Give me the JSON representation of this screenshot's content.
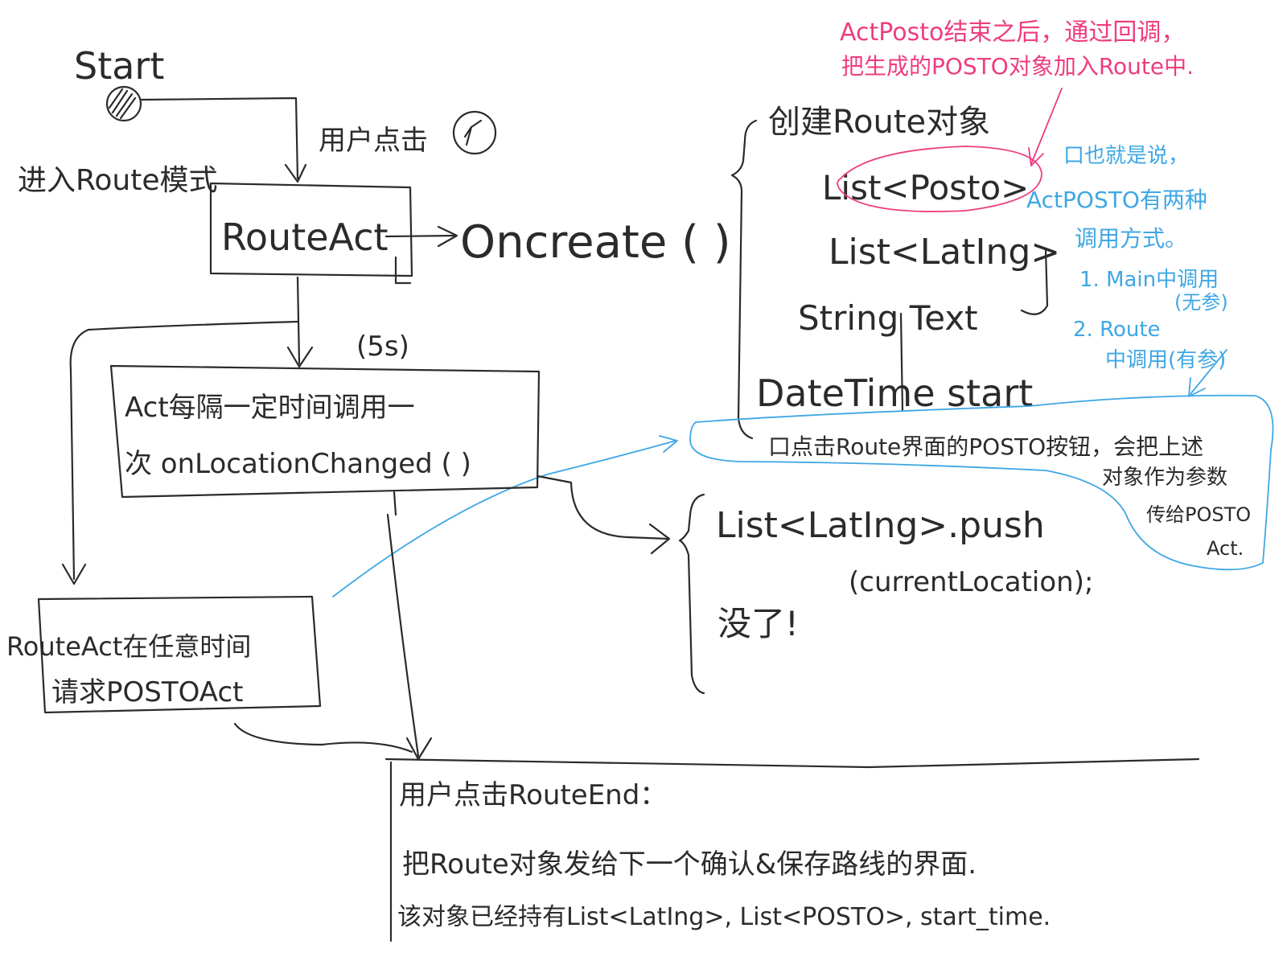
{
  "colors": {
    "ink": "#2b2b2b",
    "pink_annotation": "#ee3d7f",
    "blue_annotation": "#3fa7e4",
    "background": "#ffffff"
  },
  "start": {
    "label": "Start"
  },
  "user_click": {
    "label": "用户点击"
  },
  "enter_route_mode": {
    "label": "进入Route模式"
  },
  "route_act": {
    "label": "RouteAct"
  },
  "oncreate": {
    "label": "Oncreate ( )"
  },
  "interval": {
    "label": "(5s)"
  },
  "location_box": {
    "line1": "Act每隔一定时间调用一",
    "line2": "次 onLocationChanged ( )"
  },
  "route_request_box": {
    "line1": "RouteAct在任意时间",
    "line2": "请求POSTOAct"
  },
  "route_object": {
    "title": "创建Route对象",
    "fields": [
      "List<Posto>",
      "List<LatIng>",
      "String Text",
      "DateTime start"
    ],
    "note": "口点击Route界面的POSTO按钮，会把上述"
  },
  "push": {
    "line1": "List<LatIng>.push",
    "line2": "(currentLocation);",
    "line3": "没了!"
  },
  "pink_note": {
    "line1": "ActPosto结束之后，通过回调，",
    "line2": "把生成的POSTO对象加入Route中."
  },
  "blue_note": {
    "lines": [
      "口也就是说，",
      "ActPOSTO有两种",
      "调用方式。",
      "1. Main中调用",
      "(无参)",
      "2. Route",
      "中调用(有参)"
    ]
  },
  "blue_note_2": {
    "lines": [
      "对象作为参数",
      "传给POSTO",
      "Act."
    ]
  },
  "route_end": {
    "line1": "用户点击RouteEnd：",
    "line2": "把Route对象发给下一个确认&保存路线的界面.",
    "line3": "该对象已经持有List<LatIng>, List<POSTO>, start_time."
  }
}
